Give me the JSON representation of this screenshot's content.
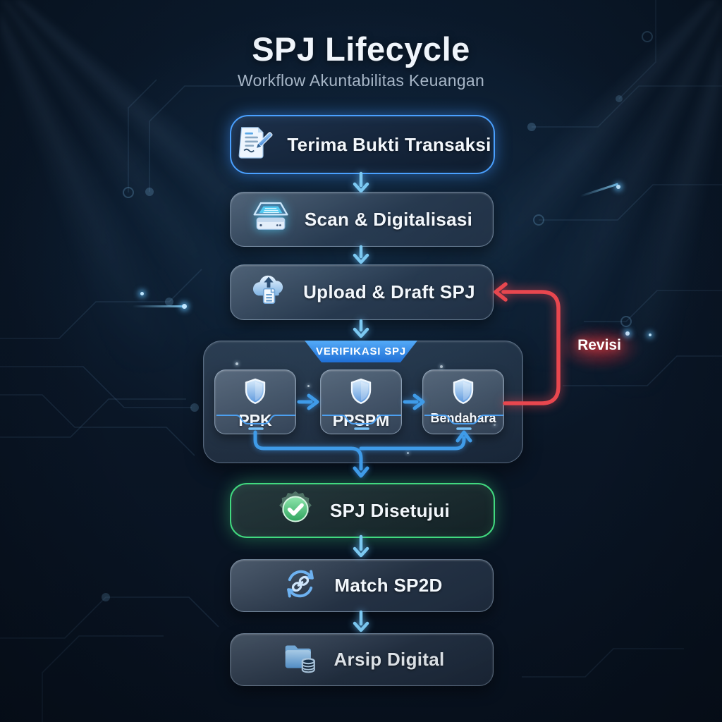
{
  "header": {
    "title": "SPJ Lifecycle",
    "subtitle": "Workflow Akuntabilitas Keuangan"
  },
  "flow": {
    "step1": {
      "label": "Terima Bukti Transaksi",
      "icon": "document-pen-icon"
    },
    "step2": {
      "label": "Scan & Digitalisasi",
      "icon": "scanner-icon"
    },
    "step3": {
      "label": "Upload & Draft SPJ",
      "icon": "cloud-upload-icon"
    },
    "verification": {
      "badge": "VERIFIKASI SPJ",
      "roles": [
        {
          "label": "PPK",
          "icon": "shield-icon"
        },
        {
          "label": "PPSPM",
          "icon": "shield-icon"
        },
        {
          "label": "Bendahara",
          "icon": "shield-icon"
        }
      ]
    },
    "step4": {
      "label": "SPJ Disetujui",
      "icon": "check-badge-icon"
    },
    "step5": {
      "label": "Match SP2D",
      "icon": "sync-link-icon"
    },
    "step6": {
      "label": "Arsip Digital",
      "icon": "folder-database-icon"
    }
  },
  "loop": {
    "label": "Revisi"
  },
  "colors": {
    "accent_blue": "#4aa0ff",
    "arrow_cyan": "#7cc9f2",
    "arrow_blue": "#3f9be8",
    "badge_blue": "#2f7fe0",
    "success_green": "#41d97f",
    "revisi_red": "#e8474f",
    "background_navy": "#0a1626"
  }
}
